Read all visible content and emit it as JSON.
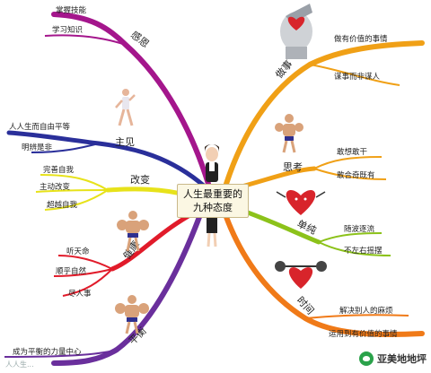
{
  "center": {
    "line1": "人生最重要的",
    "line2": "九种态度"
  },
  "branches": {
    "ganen": {
      "label": "感恩",
      "color": "#a4168c",
      "leaves": [
        "掌握技能",
        "学习知识"
      ]
    },
    "zhujian": {
      "label": "主见",
      "color": "#2a2f9a",
      "leaves": [
        "人人生而自由平等",
        "明辨是非"
      ]
    },
    "gaibian": {
      "label": "改变",
      "color": "#e7e21a",
      "leaves": [
        "完善自我",
        "主动改变",
        "超越自我"
      ]
    },
    "jiankang": {
      "label": "健康",
      "color": "#e11b2a",
      "leaves": [
        "听天命",
        "顺乎自然",
        "尽人事"
      ]
    },
    "pingheng": {
      "label": "平衡",
      "color": "#6a2f9c",
      "leaves": [
        "成为平衡的力量中心"
      ]
    },
    "zuoshi": {
      "label": "做事",
      "color": "#f0a016",
      "leaves": [
        "做有价值的事情",
        "谋事而非谋人"
      ]
    },
    "sikao": {
      "label": "思考",
      "color": "#f0a016",
      "leaves": [
        "敢想敢干",
        "敢合奇既有"
      ]
    },
    "danchun": {
      "label": "单纯",
      "color": "#8cc21a",
      "leaves": [
        "随波逐流",
        "不左右摇摆"
      ]
    },
    "shijian": {
      "label": "时间",
      "color": "#f07a18",
      "leaves": [
        "解决别人的麻烦",
        "运用到有价值的事情"
      ]
    }
  },
  "watermark": "人人生...",
  "brand": {
    "name": "亚美地地坪"
  },
  "icons": [
    "woman-figure-icon",
    "open-head-heart-icon",
    "runner-figure-icon",
    "muscle-man-icon",
    "heart-character-icon",
    "heart-barbell-icon"
  ]
}
